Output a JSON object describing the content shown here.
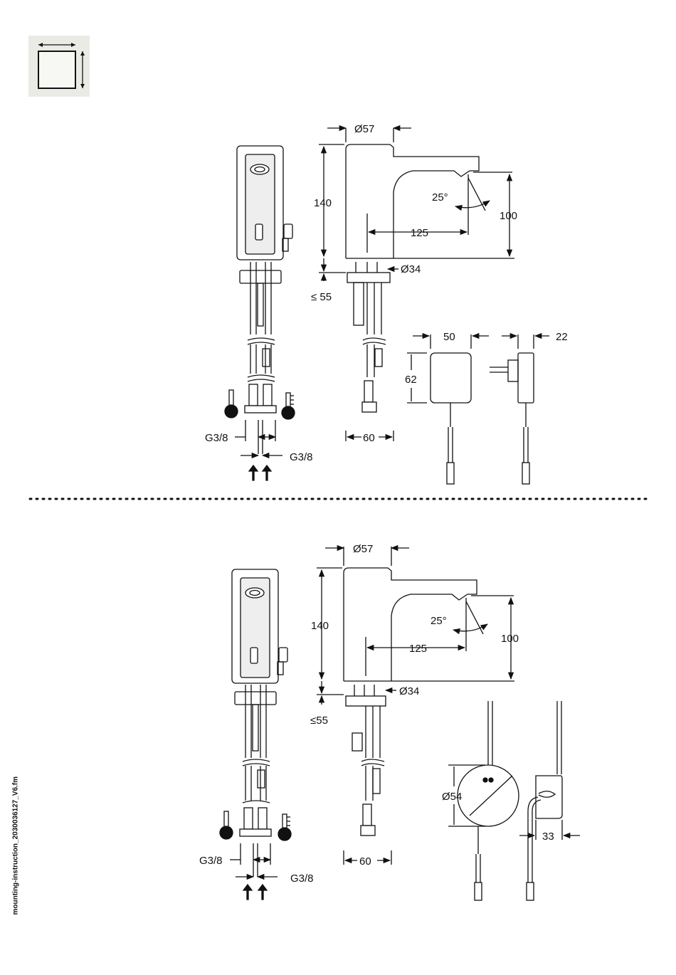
{
  "icon": {
    "name": "dimensions-icon",
    "bg": "#ebebe6"
  },
  "side_label": "mounting-instruction_2030036127_V6.fm",
  "top": {
    "dia_top": "Ø57",
    "height": "140",
    "spout_height": "100",
    "reach": "125",
    "angle": "25°",
    "dia_base": "Ø34",
    "counter": "≤ 55",
    "base_width": "60",
    "inlet_left": "G3/8",
    "inlet_right": "G3/8",
    "psu_width": "50",
    "psu_height": "62",
    "psu_depth": "22"
  },
  "bottom": {
    "dia_top": "Ø57",
    "height": "140",
    "spout_height": "100",
    "reach": "125",
    "angle": "25°",
    "dia_base": "Ø34",
    "counter": "≤55",
    "base_width": "60",
    "inlet_left": "G3/8",
    "inlet_right": "G3/8",
    "batt_dia": "Ø54",
    "batt_depth": "33"
  },
  "colors": {
    "line": "#111111",
    "separator": "#111111"
  }
}
